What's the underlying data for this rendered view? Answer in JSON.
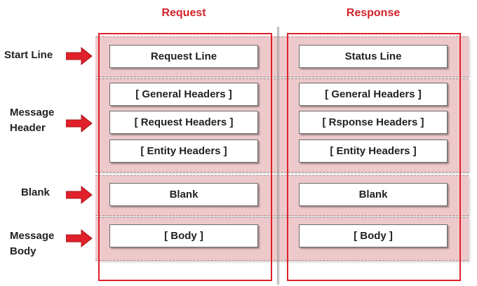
{
  "columns": {
    "request": "Request",
    "response": "Response"
  },
  "row_labels": {
    "start_line": "Start Line",
    "message_header_1": "Message",
    "message_header_2": "Header",
    "blank": "Blank",
    "message_body_1": "Message",
    "message_body_2": "Body"
  },
  "request_boxes": {
    "request_line": "Request Line",
    "general_headers": "[ General Headers ]",
    "request_headers": "[ Request Headers ]",
    "entity_headers": "[ Entity Headers ]",
    "blank": "Blank",
    "body": "[ Body ]"
  },
  "response_boxes": {
    "status_line": "Status Line",
    "general_headers": "[ General Headers ]",
    "response_headers": "[ Rsponse Headers ]",
    "entity_headers": "[ Entity Headers ]",
    "blank": "Blank",
    "body": "[ Body ]"
  },
  "colors": {
    "accent_red": "#e0202a",
    "title_red": "#d2232a",
    "band_pink": "#eec9cb"
  },
  "icons": {
    "row_arrow": "right-arrow-icon"
  }
}
